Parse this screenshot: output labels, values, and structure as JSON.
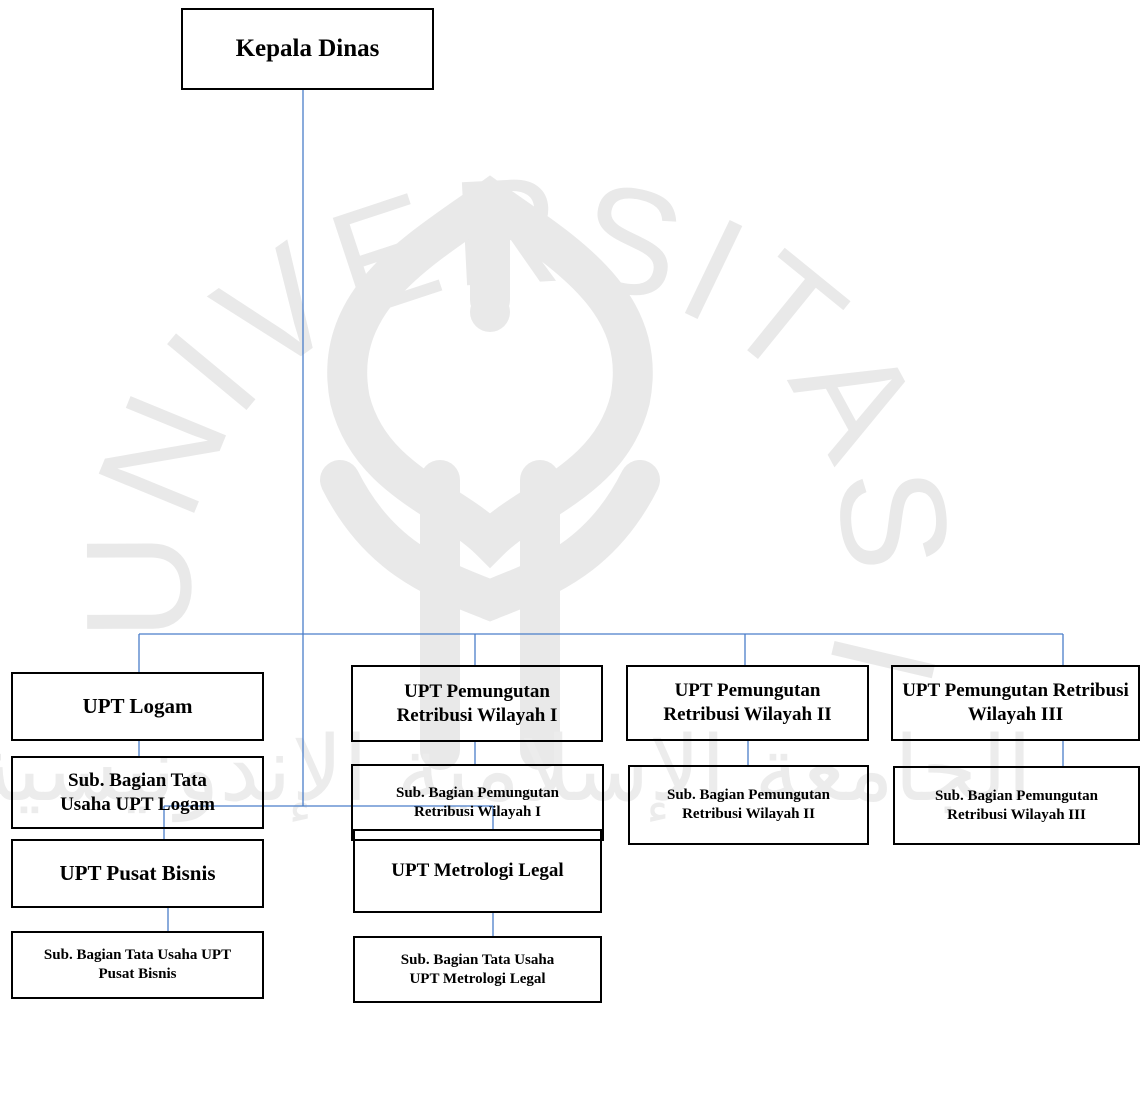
{
  "watermark": {
    "arc_text": "UNIVERSITAS ISLAM INDONESIA",
    "arabic_text": "الجامعة الإسلامية الإندونيسية",
    "color": "#e9e9e9"
  },
  "connector_color": "#4a7ec9",
  "boxes": {
    "kepala": "Kepala Dinas",
    "logam": "UPT Logam",
    "sub_logam": "Sub. Bagian Tata Usaha UPT Logam",
    "pr1": "UPT Pemungutan Retribusi Wilayah I",
    "sub_pr1": "Sub. Bagian Pemungutan Retribusi Wilayah I",
    "pr2": "UPT Pemungutan Retribusi Wilayah II",
    "sub_pr2": "Sub. Bagian Pemungutan Retribusi Wilayah II",
    "pr3": "UPT Pemungutan Retribusi Wilayah III",
    "sub_pr3": "Sub. Bagian Pemungutan Retribusi Wilayah III",
    "bisnis": "UPT Pusat Bisnis",
    "sub_bisnis": "Sub. Bagian Tata Usaha UPT Pusat Bisnis",
    "metro": "UPT Metrologi Legal",
    "sub_metro": "Sub. Bagian Tata Usaha UPT Metrologi Legal"
  }
}
